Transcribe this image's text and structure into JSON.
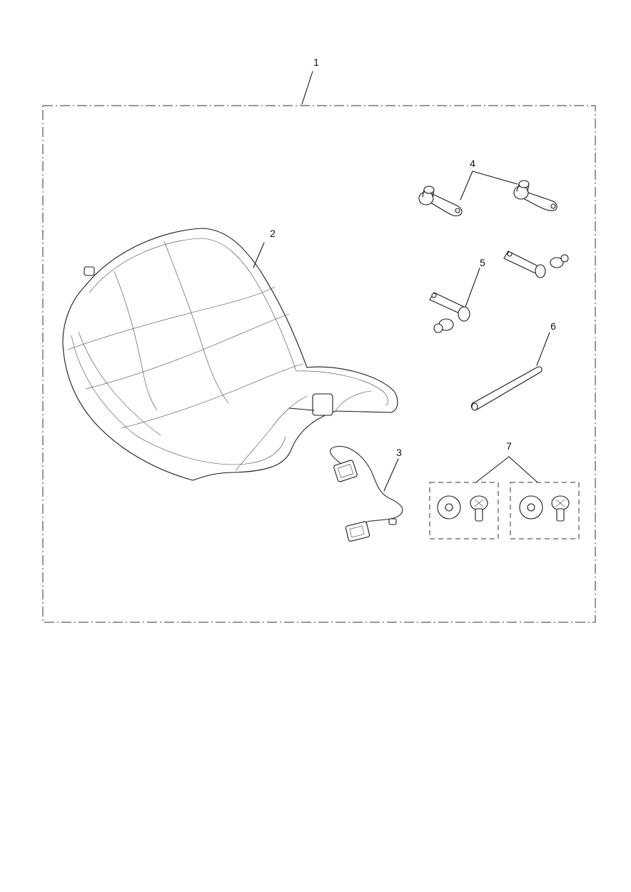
{
  "callouts": {
    "kit": "1",
    "seat": "2",
    "harness": "3",
    "brackets": "4",
    "bar_assembly": "5",
    "rod": "6",
    "fixings": "7"
  }
}
